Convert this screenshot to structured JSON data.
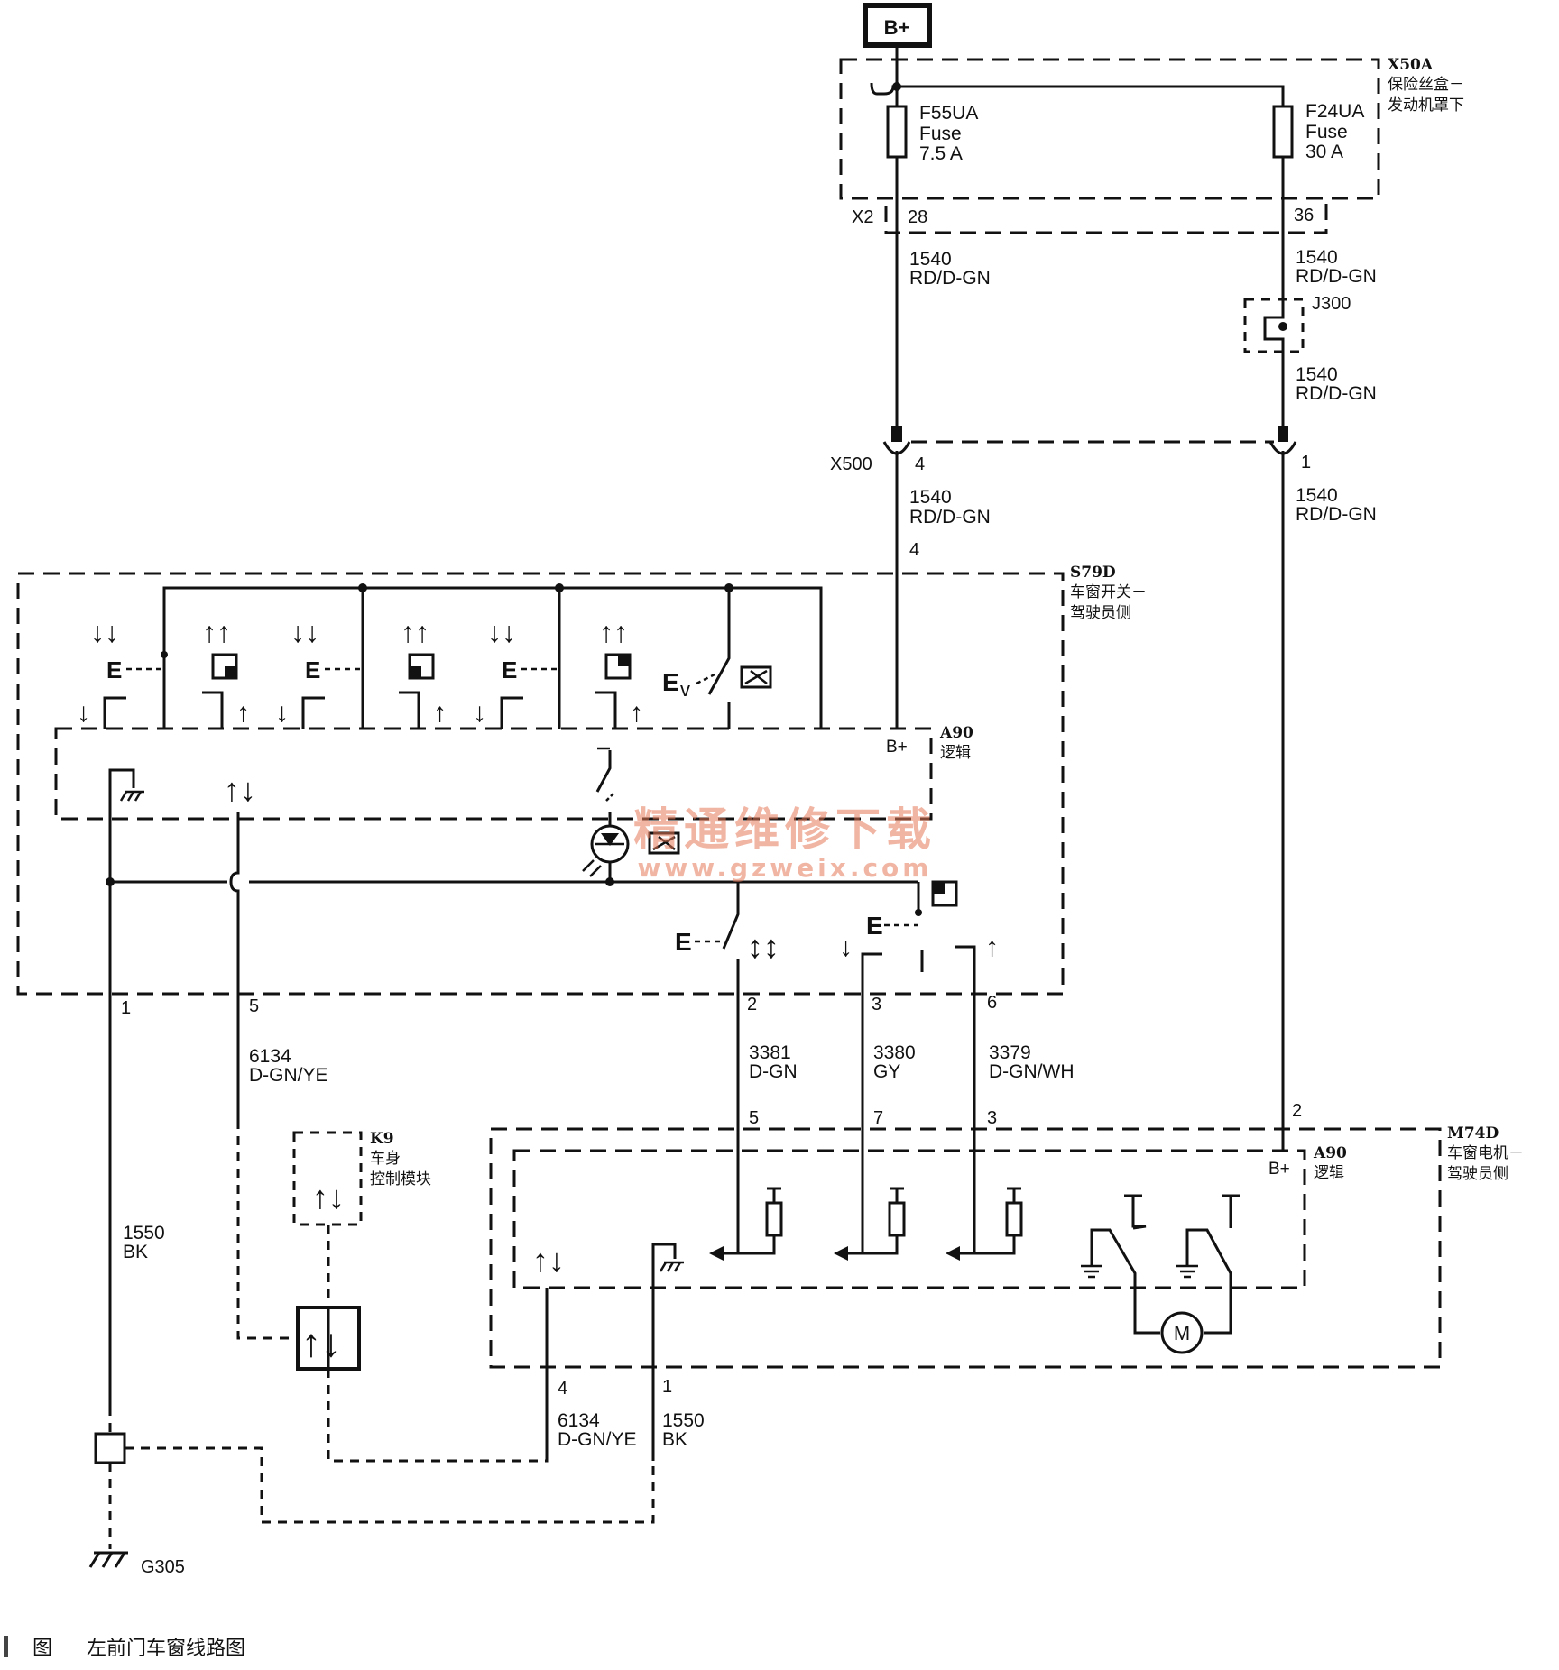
{
  "power": {
    "battery": "B+"
  },
  "fusebox": {
    "id": "X50A",
    "name": "保险丝盒－发动机罩下",
    "fuse1": {
      "id": "F55UA",
      "type": "Fuse",
      "rating": "7.5 A"
    },
    "fuse2": {
      "id": "F24UA",
      "type": "Fuse",
      "rating": "30 A"
    }
  },
  "connectors": {
    "x2": {
      "id": "X2",
      "pin_a": "28",
      "pin_b": "36"
    },
    "j300": {
      "id": "J300"
    },
    "x500": {
      "id": "X500",
      "pin_a": "4",
      "pin_b": "1"
    }
  },
  "wires": {
    "w1540": {
      "circuit": "1540",
      "color": "RD/D-GN"
    },
    "w6134": {
      "circuit": "6134",
      "color": "D-GN/YE"
    },
    "w3381": {
      "circuit": "3381",
      "color": "D-GN"
    },
    "w3380": {
      "circuit": "3380",
      "color": "GY"
    },
    "w3379": {
      "circuit": "3379",
      "color": "D-GN/WH"
    },
    "w1550": {
      "circuit": "1550",
      "color": "BK"
    }
  },
  "switch_module": {
    "id": "S79D",
    "name": "车窗开关－驾驶员侧",
    "logic_id": "A90",
    "logic_name": "逻辑",
    "bplus": "B+",
    "pins": {
      "p4": "4",
      "p1": "1",
      "p5": "5",
      "p2": "2",
      "p3": "3",
      "p6": "6"
    }
  },
  "body_module": {
    "id": "K9",
    "name": "车身控制模块"
  },
  "motor_module": {
    "id": "M74D",
    "name": "车窗电机－驾驶员侧",
    "logic_id": "A90",
    "logic_name": "逻辑",
    "bplus": "B+",
    "motor_label": "M",
    "pins": {
      "p5": "5",
      "p7": "7",
      "p3": "3",
      "p2": "2",
      "p4": "4",
      "p1": "1"
    }
  },
  "ground": {
    "id": "G305"
  },
  "watermark": {
    "cn": "精通维修下载",
    "url": "www.gzweix.com"
  },
  "caption": {
    "fig": "图",
    "title": "左前门车窗线路图"
  }
}
